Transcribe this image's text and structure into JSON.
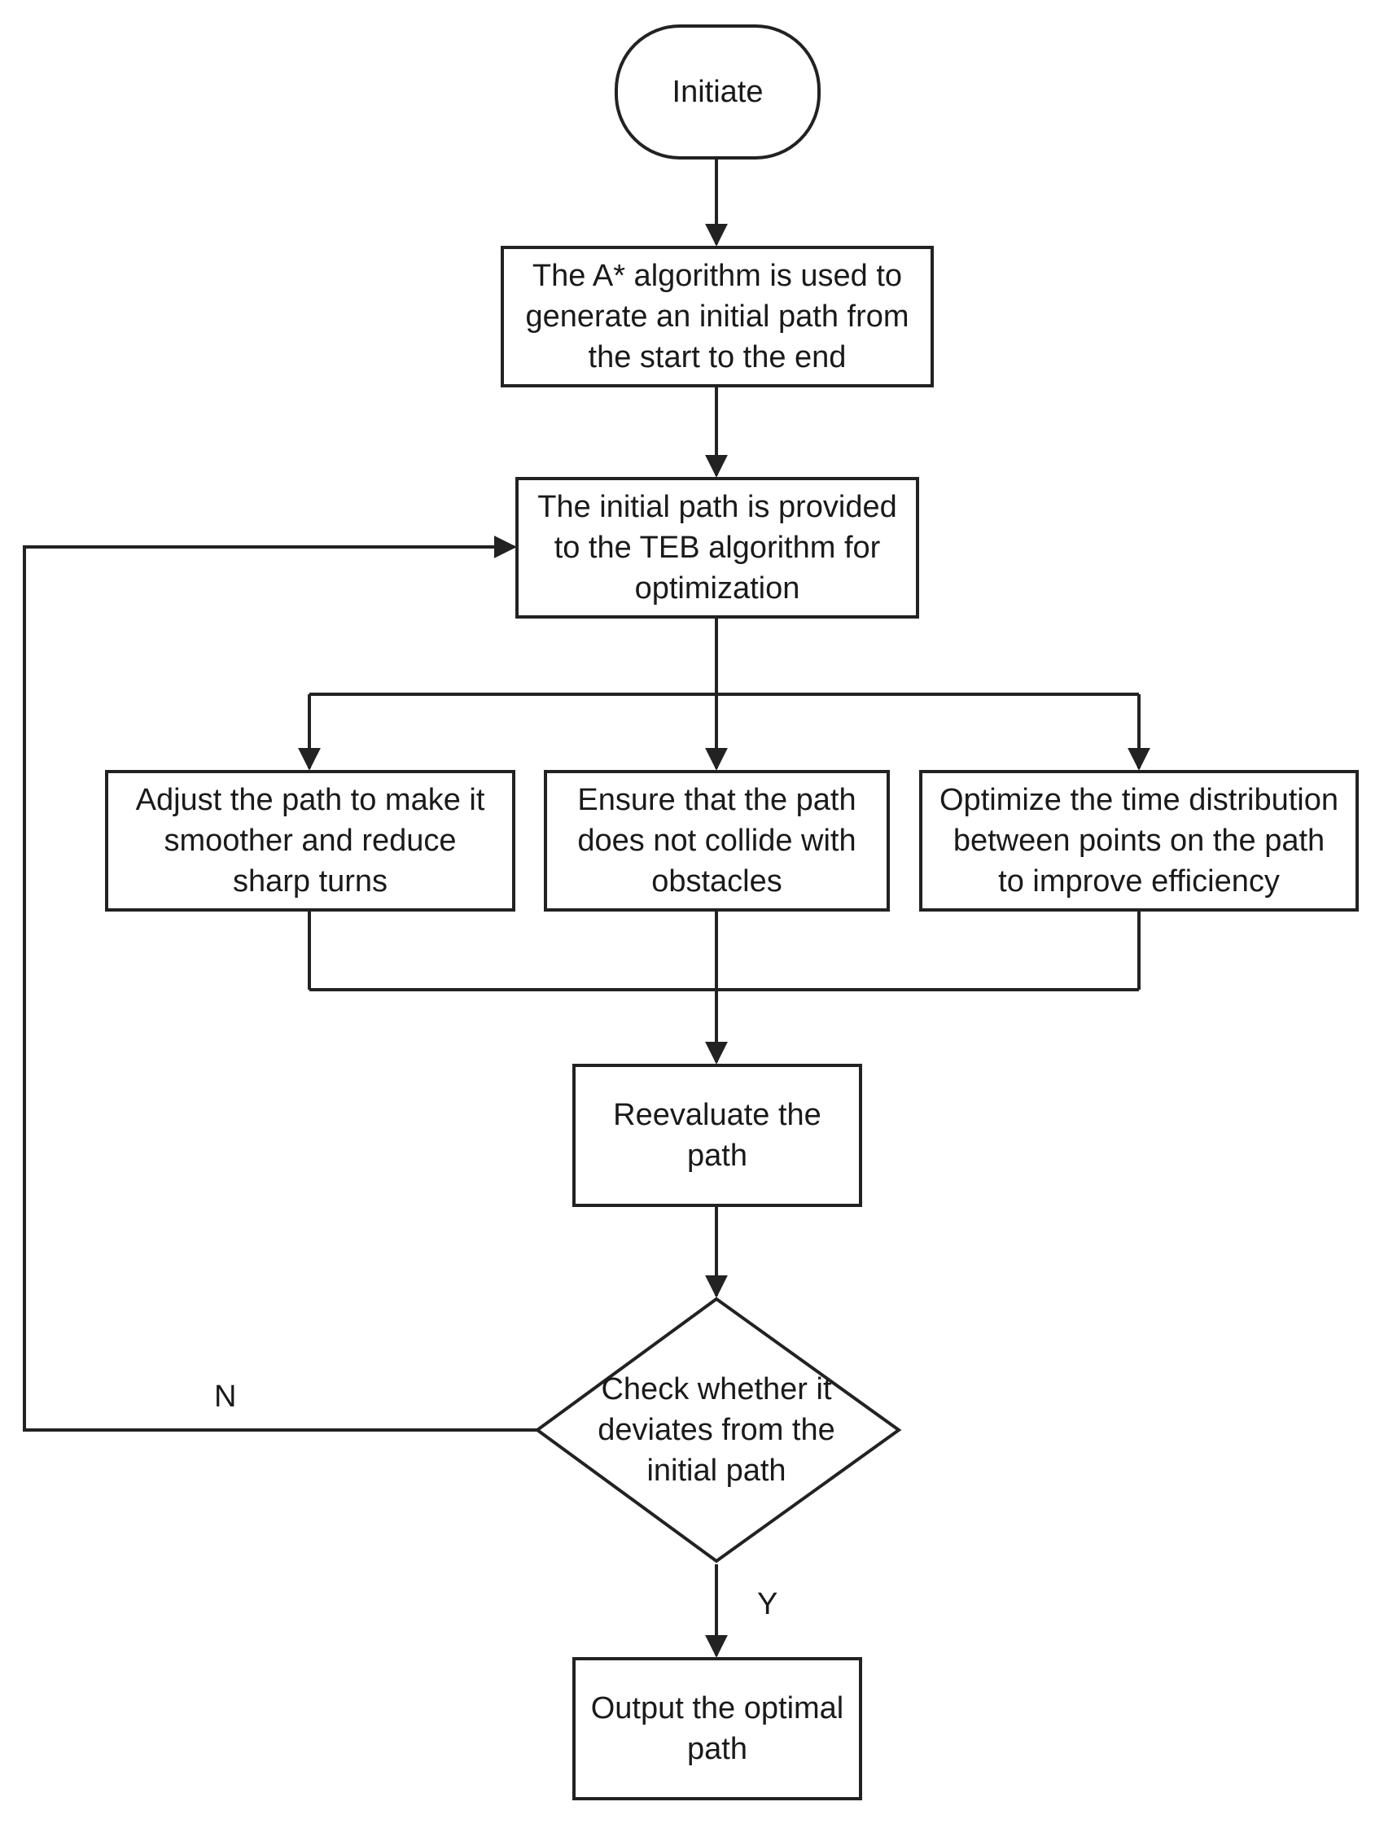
{
  "flowchart": {
    "start": "Initiate",
    "step_generate": "The A* algorithm is used to generate an initial path from the start to the end",
    "step_teb": "The initial path is provided to the TEB algorithm for optimization",
    "branch_smooth": "Adjust the path to make it smoother and reduce sharp turns",
    "branch_collision": "Ensure that the path does not collide with obstacles",
    "branch_time": "Optimize the time distribution between points on the path to improve efficiency",
    "step_reevaluate": "Reevaluate the path",
    "decision": "Check whether it deviates from the initial path",
    "label_no": "N",
    "label_yes": "Y",
    "end": "Output the optimal path"
  },
  "colors": {
    "line": "#222222",
    "background": "#ffffff"
  }
}
